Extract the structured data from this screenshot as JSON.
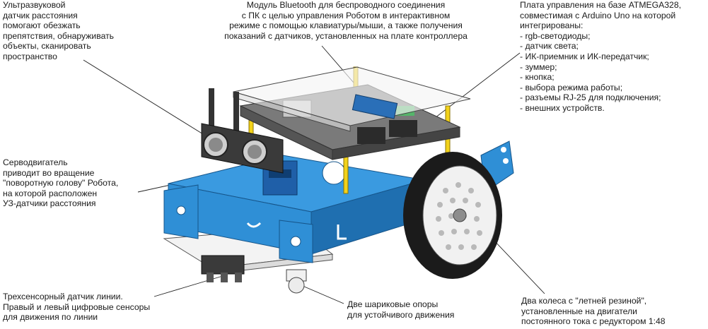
{
  "labels": {
    "ultrasonic": [
      "Ультразвуковой",
      "датчик расстояния",
      "помогают обезжать",
      "препятствия, обнаруживать",
      "объекты, сканировать",
      "пространство"
    ],
    "bluetooth": [
      "Модуль Bluetooth для беспроводного соединения",
      "с ПК с целью управления Роботом в интерактивном",
      "режиме с помощью клавиатуры/мыши, а также получения",
      "показаний с датчиков, установленных на плате контроллера"
    ],
    "board": [
      "Плата управления на базе ATMEGA328,",
      "совместимая с Arduino Uno на которой",
      "интегрированы:",
      "- rgb-светодиоды;",
      "- датчик света;",
      "- ИК-приемник и ИК-передатчик;",
      "- зуммер;",
      "- кнопка;",
      "- выбора режима работы;",
      "- разъемы RJ-25 для подключения;",
      "- внешних устройств."
    ],
    "servo": [
      "Серводвигатель",
      "приводит во вращение",
      "\"поворотную голову\"  Робота,",
      "на которой расположен",
      "УЗ-датчики расстояния"
    ],
    "line": [
      "Трехсенсорный датчик линии.",
      "Правый и левый цифровые сенсоры",
      "для движения по линии"
    ],
    "ball": [
      "Две шариковые опоры",
      "для устойчивого движения"
    ],
    "wheels": [
      "Два колеса с \"летней резиной\",",
      "установленные на двигатели",
      "постоянного тока с редуктором 1:48"
    ]
  },
  "colors": {
    "chassis": "#2f8fd6",
    "chassis_dark": "#1f6fb0",
    "board": "#6b6b6b",
    "standoff": "#f2d21a",
    "sensor": "#3a3a3a",
    "acrylic": "#f3f3f3",
    "tire": "#1b1b1b"
  },
  "icons": [
    "robot-illustration",
    "ultrasonic-sensor-icon",
    "bluetooth-module-icon",
    "servo-icon",
    "wheel-icon",
    "line-sensor-icon",
    "ball-caster-icon"
  ]
}
